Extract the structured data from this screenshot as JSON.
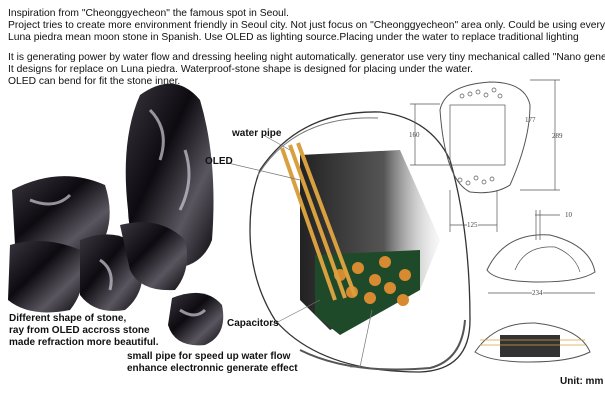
{
  "description_lines": [
    "Inspiration from \"Cheonggyecheon\" the famous spot in Seoul.",
    "Project tries to create more environment friendly in Seoul city. Not just focus on \"Cheonggyecheon\" area only. Could be using every where.",
    "Luna piedra  mean moon stone in Spanish. Use OLED as lighting source.Placing under the water to replace traditional lighting",
    "It is generating power by water flow and dressing heeling night automatically. generator use very tiny mechanical called   \"Nano generator\"",
    "It designs for replace on Luna piedra. Waterproof-stone shape is designed for placing under the water.",
    "OLED can bend for fit the stone inner."
  ],
  "labels": {
    "water_pipe": "water pipe",
    "oled": "OLED",
    "capacitors": "Capacitors",
    "stone_caption": [
      "Different shape of stone,",
      "ray from OLED  accross stone",
      "made refraction more beautiful."
    ],
    "pipe_caption": [
      "small pipe for speed up water flow",
      "enhance electronnic generate effect"
    ]
  },
  "dimensions": {
    "d160": "160",
    "d177": "177",
    "d289": "289",
    "d125": "125",
    "d10": "10",
    "d234": "234"
  },
  "unit": "Unit: mm"
}
